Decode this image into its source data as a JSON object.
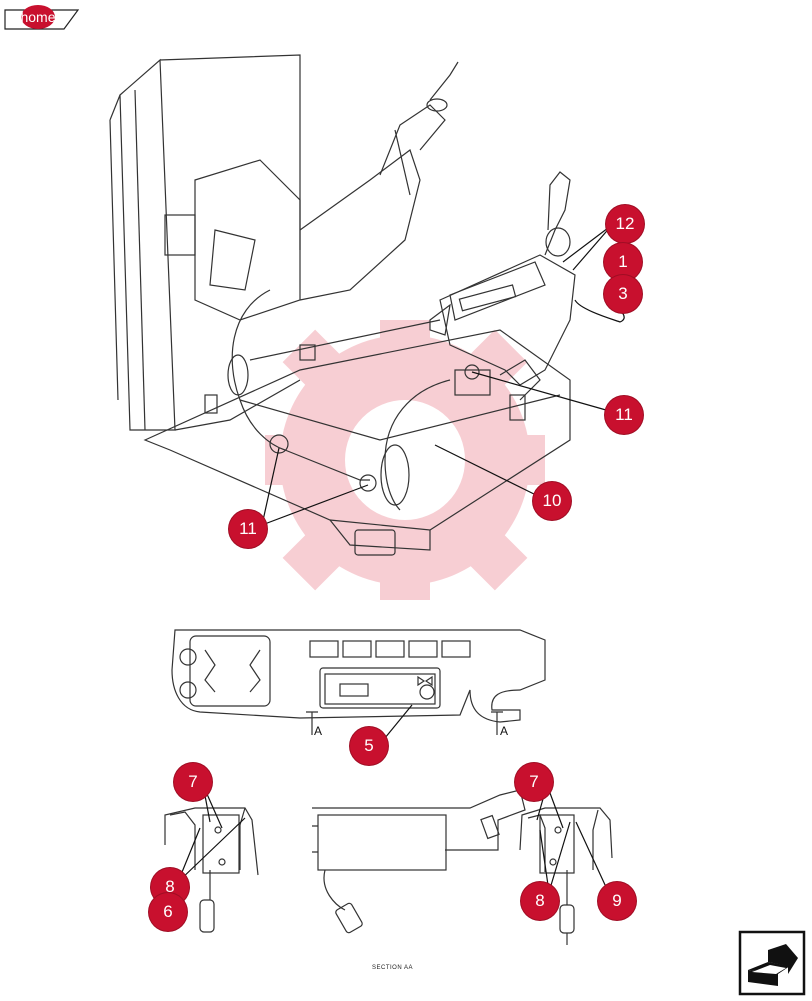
{
  "nav": {
    "home_label": "home"
  },
  "callouts": [
    "12",
    "1",
    "3",
    "11",
    "10",
    "11",
    "5",
    "7",
    "8",
    "6",
    "7",
    "8",
    "9"
  ],
  "section_labels": {
    "left": "A",
    "right": "A"
  },
  "caption": "SECTION AA",
  "colors": {
    "callout": "#c8102e",
    "watermark": "#f6c6cc",
    "line": "#333333"
  },
  "icons": {
    "next": "next-page-arrow-icon"
  }
}
